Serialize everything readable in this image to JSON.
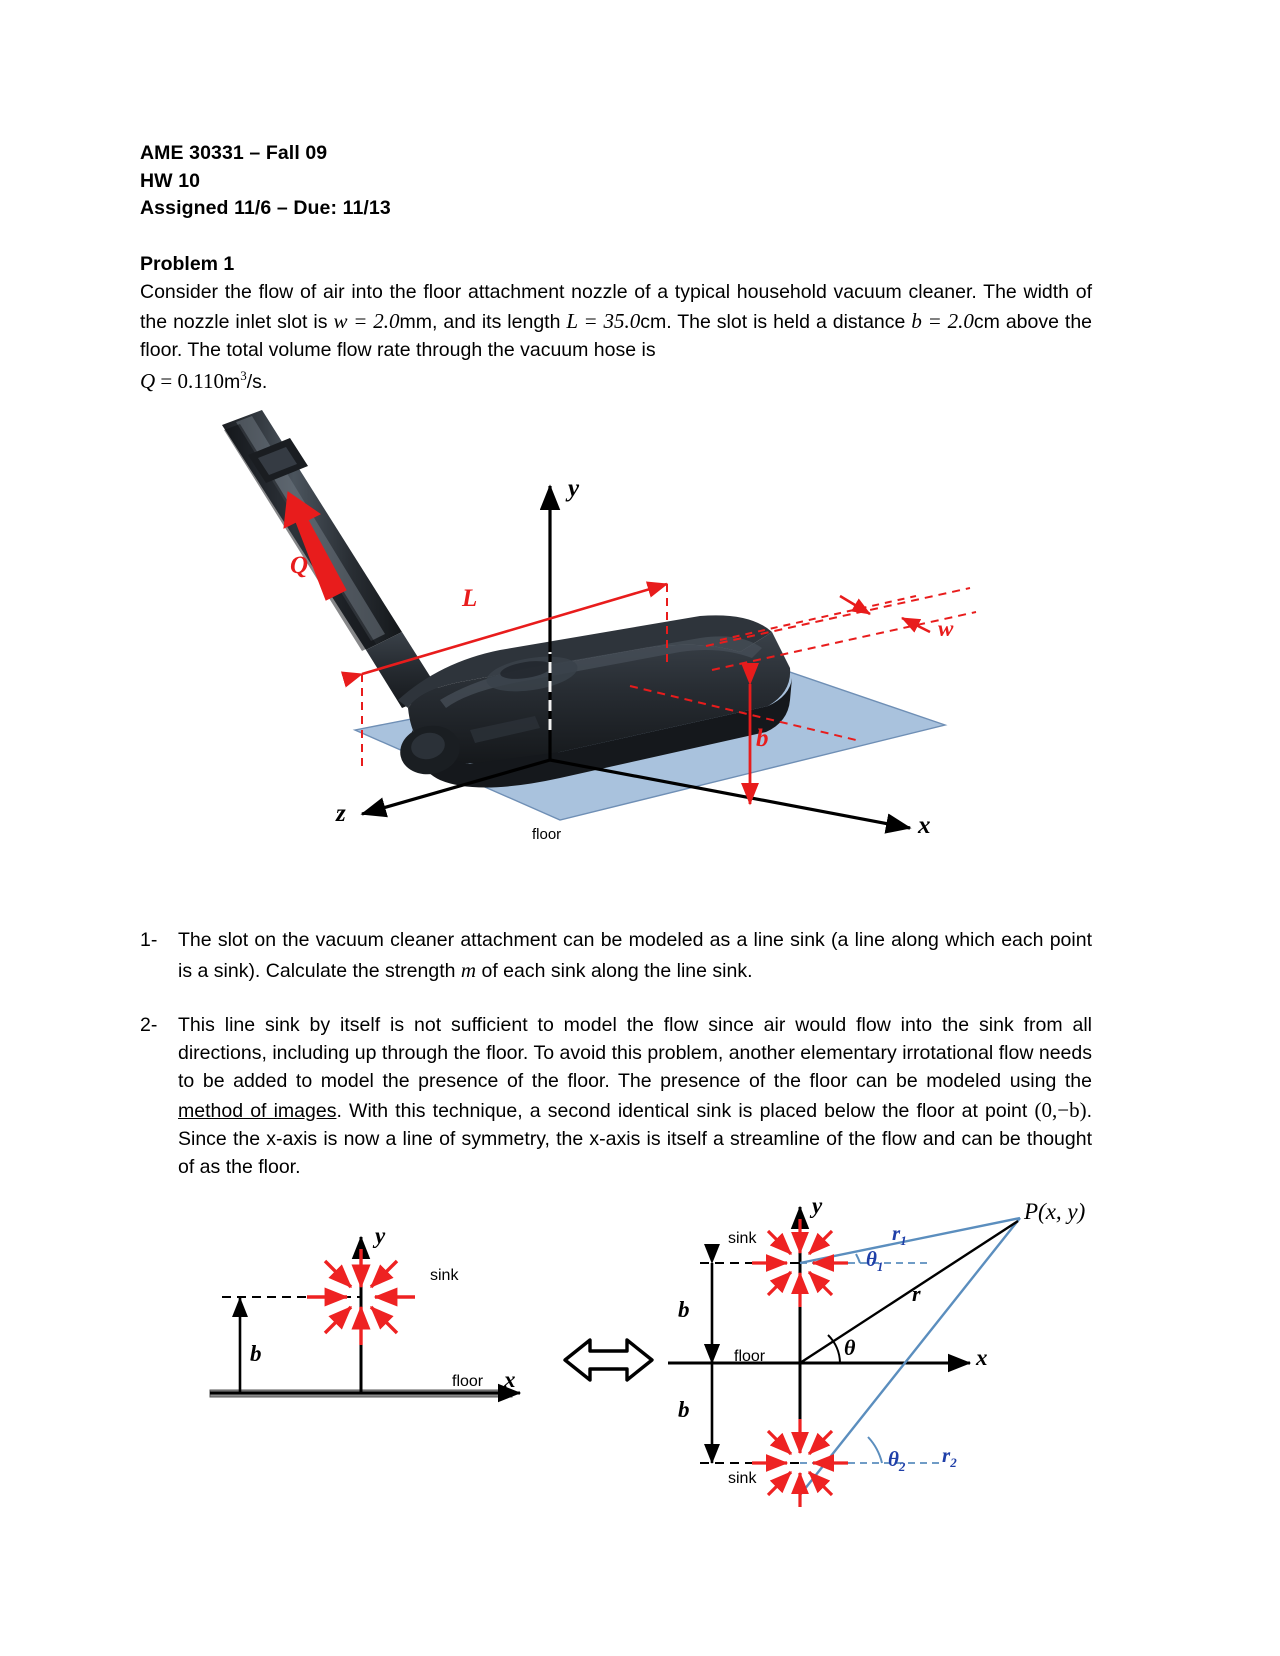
{
  "header": {
    "line1": "AME 30331 – Fall 09",
    "line2": "HW 10",
    "line3": "Assigned 11/6 – Due: 11/13"
  },
  "problem": {
    "title": "Problem 1",
    "text_part1": "Consider the flow of air into the floor attachment nozzle of a typical household vacuum cleaner. The width of the nozzle inlet slot is",
    "w_expr": "w = 2.0",
    "w_unit": "mm",
    "text_part2": ", and its length",
    "L_expr": "L = 35.0",
    "L_unit": "cm",
    "text_part3": ". The slot is held a distance",
    "b_expr": "b = 2.0",
    "b_unit": "cm",
    "text_part4": "above the floor. The total volume flow rate through the vacuum hose is",
    "Q_symbol": "Q",
    "Q_equals": "= 0.110",
    "Q_unit_m": "m",
    "Q_unit_exp": "3",
    "Q_unit_rest": "/s."
  },
  "items": [
    {
      "num": "1-",
      "text_a": "The slot on the vacuum cleaner attachment can be modeled as a line sink (a line along which each point is a sink). Calculate the strength",
      "sym": "m",
      "text_b": "of each sink along the line sink."
    },
    {
      "num": "2-",
      "text_a": "This line sink by itself is not sufficient to model the flow since air would flow into the sink from all directions, including up through the floor. To avoid this problem, another elementary irrotational flow needs to be added to model the presence of the floor. The presence of the floor can be modeled using the",
      "underlined": "method of images",
      "text_b": ". With this technique, a second identical sink is placed below the floor at point",
      "point": "(0,−b)",
      "text_c": ". Since the x-axis is now a line of symmetry, the x-axis is itself a streamline of the flow and can be thought of as the floor."
    }
  ],
  "figure_vacuum": {
    "name": "vacuum-nozzle-diagram",
    "axis_y": "y",
    "axis_x": "x",
    "axis_z": "z",
    "label_floor": "floor",
    "label_Q": "Q",
    "label_L": "L",
    "label_w": "w",
    "label_b": "b",
    "colors": {
      "floor_plane": "#a9c2dd",
      "floor_plane_edge": "#6f8fb5",
      "annotation_red": "#e81c1c",
      "nozzle_dark": "#23272b",
      "axis_black": "#000000"
    }
  },
  "figure_sinks": {
    "name": "method-of-images-diagram",
    "equivalence_symbol": "⟺",
    "left": {
      "axis_y": "y",
      "axis_x": "x",
      "label_sink": "sink",
      "label_b": "b",
      "label_floor": "floor"
    },
    "right": {
      "axis_y": "y",
      "axis_x": "x",
      "label_sink_top": "sink",
      "label_sink_bottom": "sink",
      "label_floor": "floor",
      "label_b_top": "b",
      "label_b_bottom": "b",
      "label_P": "P(x, y)",
      "label_r1": "r",
      "label_r1_sub": "1",
      "label_r2": "r",
      "label_r2_sub": "2",
      "label_r": "r",
      "label_theta1": "θ",
      "label_theta1_sub": "1",
      "label_theta2": "θ",
      "label_theta2_sub": "2",
      "label_theta": "θ"
    },
    "colors": {
      "sink_red": "#ee2222",
      "ray_blue": "#5b8ebe",
      "label_blue": "#1f3fa8",
      "floor_gray": "#808080"
    }
  }
}
